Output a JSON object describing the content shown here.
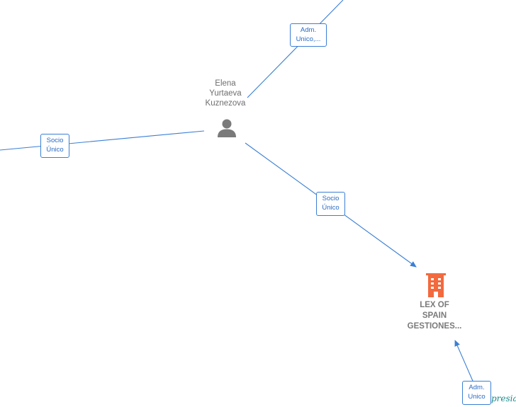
{
  "nodes": {
    "person": {
      "name": "Elena\nYurtaeva\nKuznezova",
      "icon": "person-icon",
      "color": "#7a7a7a"
    },
    "company": {
      "name": "LEX OF\nSPAIN\nGESTIONES...",
      "icon": "building-icon",
      "color": "#f26a3d"
    }
  },
  "edges": {
    "adm_top": {
      "label": "Adm.\nUnico,..."
    },
    "socio_left": {
      "label": "Socio\nÚnico"
    },
    "socio_company": {
      "label": "Socio\nÚnico"
    },
    "adm_bottom": {
      "label": "Adm.\nUnico"
    }
  },
  "watermark": {
    "text": "presia"
  },
  "colors": {
    "edge": "#3a7fd5",
    "label_text": "#2a6bc4"
  }
}
